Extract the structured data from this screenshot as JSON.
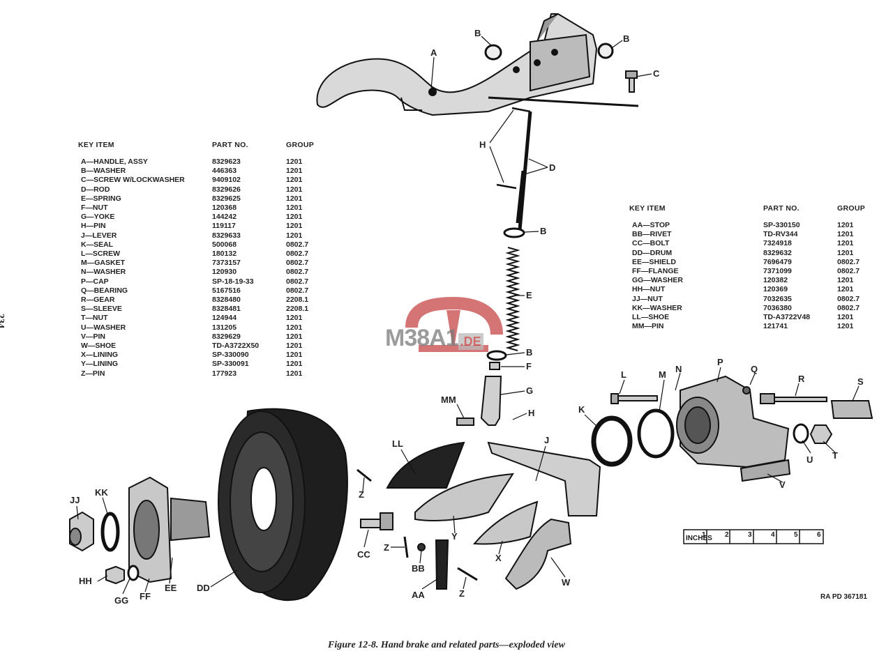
{
  "page_number": "234",
  "figure_caption": "Figure 12-8. Hand brake and related parts—exploded view",
  "figure_code": "RA PD 367181",
  "watermark": {
    "text": "M38A1",
    "suffix": ".DE"
  },
  "scale": {
    "unit_label": "INCHES",
    "ticks": [
      "1",
      "2",
      "3",
      "4",
      "5",
      "6"
    ]
  },
  "table_left": {
    "headers": {
      "item": "KEY ITEM",
      "part": "PART NO.",
      "group": "GROUP"
    },
    "rows": [
      {
        "item": "A—HANDLE, ASSY",
        "part": "8329623",
        "group": "1201"
      },
      {
        "item": "B—WASHER",
        "part": "446363",
        "group": "1201"
      },
      {
        "item": "C—SCREW W/LOCKWASHER",
        "part": "9409102",
        "group": "1201"
      },
      {
        "item": "D—ROD",
        "part": "8329626",
        "group": "1201"
      },
      {
        "item": "E—SPRING",
        "part": "8329625",
        "group": "1201"
      },
      {
        "item": "F—NUT",
        "part": "120368",
        "group": "1201"
      },
      {
        "item": "G—YOKE",
        "part": "144242",
        "group": "1201"
      },
      {
        "item": "H—PIN",
        "part": "119117",
        "group": "1201"
      },
      {
        "item": "J—LEVER",
        "part": "8329633",
        "group": "1201"
      },
      {
        "item": "K—SEAL",
        "part": "500068",
        "group": "0802.7"
      },
      {
        "item": "L—SCREW",
        "part": "180132",
        "group": "0802.7"
      },
      {
        "item": "M—GASKET",
        "part": "7373157",
        "group": "0802.7"
      },
      {
        "item": "N—WASHER",
        "part": "120930",
        "group": "0802.7"
      },
      {
        "item": "P—CAP",
        "part": "SP-18-19-33",
        "group": "0802.7"
      },
      {
        "item": "Q—BEARING",
        "part": "5167516",
        "group": "0802.7"
      },
      {
        "item": "R—GEAR",
        "part": "8328480",
        "group": "2208.1"
      },
      {
        "item": "S—SLEEVE",
        "part": "8328481",
        "group": "2208.1"
      },
      {
        "item": "T—NUT",
        "part": "124944",
        "group": "1201"
      },
      {
        "item": "U—WASHER",
        "part": "131205",
        "group": "1201"
      },
      {
        "item": "V—PIN",
        "part": "8329629",
        "group": "1201"
      },
      {
        "item": "W—SHOE",
        "part": "TD-A3722X50",
        "group": "1201"
      },
      {
        "item": "X—LINING",
        "part": "SP-330090",
        "group": "1201"
      },
      {
        "item": "Y—LINING",
        "part": "SP-330091",
        "group": "1201"
      },
      {
        "item": "Z—PIN",
        "part": "177923",
        "group": "1201"
      }
    ]
  },
  "table_right": {
    "headers": {
      "item": "KEY ITEM",
      "part": "PART NO.",
      "group": "GROUP"
    },
    "rows": [
      {
        "item": "AA—STOP",
        "part": "SP-330150",
        "group": "1201"
      },
      {
        "item": "BB—RIVET",
        "part": "TD-RV344",
        "group": "1201"
      },
      {
        "item": "CC—BOLT",
        "part": "7324918",
        "group": "1201"
      },
      {
        "item": "DD—DRUM",
        "part": "8329632",
        "group": "1201"
      },
      {
        "item": "EE—SHIELD",
        "part": "7696479",
        "group": "0802.7"
      },
      {
        "item": "FF—FLANGE",
        "part": "7371099",
        "group": "0802.7"
      },
      {
        "item": "GG—WASHER",
        "part": "120382",
        "group": "1201"
      },
      {
        "item": "HH—NUT",
        "part": "120369",
        "group": "1201"
      },
      {
        "item": "JJ—NUT",
        "part": "7032635",
        "group": "0802.7"
      },
      {
        "item": "KK—WASHER",
        "part": "7036380",
        "group": "0802.7"
      },
      {
        "item": "LL—SHOE",
        "part": "TD-A3722V48",
        "group": "1201"
      },
      {
        "item": "MM—PIN",
        "part": "121741",
        "group": "1201"
      }
    ]
  },
  "callouts": [
    "A",
    "B",
    "B",
    "C",
    "H",
    "D",
    "B",
    "E",
    "B",
    "F",
    "G",
    "MM",
    "H",
    "L",
    "M",
    "N",
    "P",
    "Q",
    "R",
    "S",
    "K",
    "J",
    "LL",
    "U",
    "T",
    "V",
    "Z",
    "CC",
    "Y",
    "X",
    "W",
    "Z",
    "BB",
    "AA",
    "Z",
    "DD",
    "EE",
    "FF",
    "GG",
    "HH",
    "JJ",
    "KK"
  ]
}
